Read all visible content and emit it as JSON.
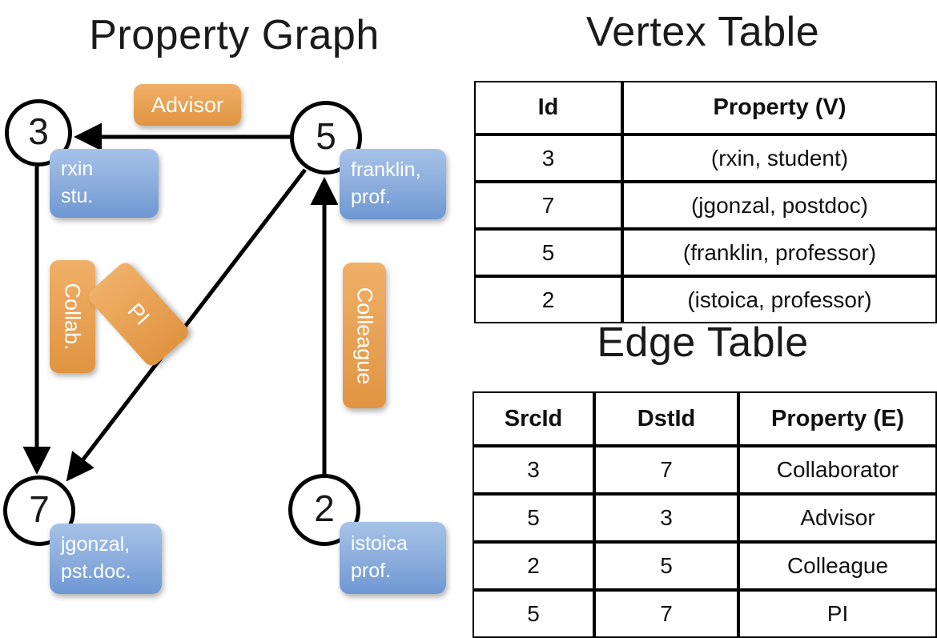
{
  "titles": {
    "property_graph": "Property Graph",
    "vertex_table": "Vertex Table",
    "edge_table": "Edge Table"
  },
  "graph": {
    "vertices": [
      {
        "id": "3",
        "name": "rxin",
        "role": "stu.",
        "label_line1": "rxin",
        "label_line2": "stu."
      },
      {
        "id": "5",
        "name": "franklin",
        "role": "prof.",
        "label_line1": "franklin,",
        "label_line2": "prof."
      },
      {
        "id": "7",
        "name": "jgonzal",
        "role": "pst.doc.",
        "label_line1": "jgonzal,",
        "label_line2": "pst.doc."
      },
      {
        "id": "2",
        "name": "istoica",
        "role": "prof.",
        "label_line1": "istoica",
        "label_line2": "prof."
      }
    ],
    "edge_labels": {
      "advisor": "Advisor",
      "collab": "Collab.",
      "pi": "PI",
      "colleague": "Colleague"
    },
    "colors": {
      "vertex_stroke": "#000000",
      "vertex_fill": "#ffffff",
      "property_box": "#8fb0de",
      "edge_box": "#e8a255",
      "arrow": "#000000"
    }
  },
  "vertex_table": {
    "columns": [
      "Id",
      "Property (V)"
    ],
    "rows": [
      {
        "id": "3",
        "property": "(rxin, student)"
      },
      {
        "id": "7",
        "property": "(jgonzal, postdoc)"
      },
      {
        "id": "5",
        "property": "(franklin, professor)"
      },
      {
        "id": "2",
        "property": "(istoica, professor)"
      }
    ],
    "property_column_color": "#ccd9ef"
  },
  "edge_table": {
    "columns": [
      "SrcId",
      "DstId",
      "Property (E)"
    ],
    "rows": [
      {
        "src": "3",
        "dst": "7",
        "property": "Collaborator"
      },
      {
        "src": "5",
        "dst": "3",
        "property": "Advisor"
      },
      {
        "src": "2",
        "dst": "5",
        "property": "Colleague"
      },
      {
        "src": "5",
        "dst": "7",
        "property": "PI"
      }
    ],
    "property_column_color": "#f6ddc2"
  }
}
